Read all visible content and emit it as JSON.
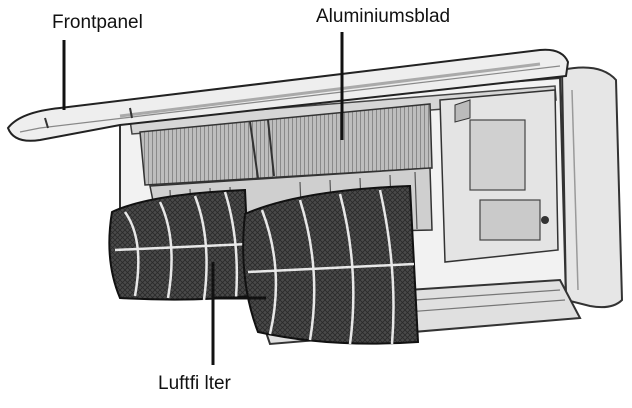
{
  "labels": {
    "front_panel": "Frontpanel",
    "aluminium_fins": "Aluminiumsblad",
    "air_filter": "Luftfi lter"
  }
}
